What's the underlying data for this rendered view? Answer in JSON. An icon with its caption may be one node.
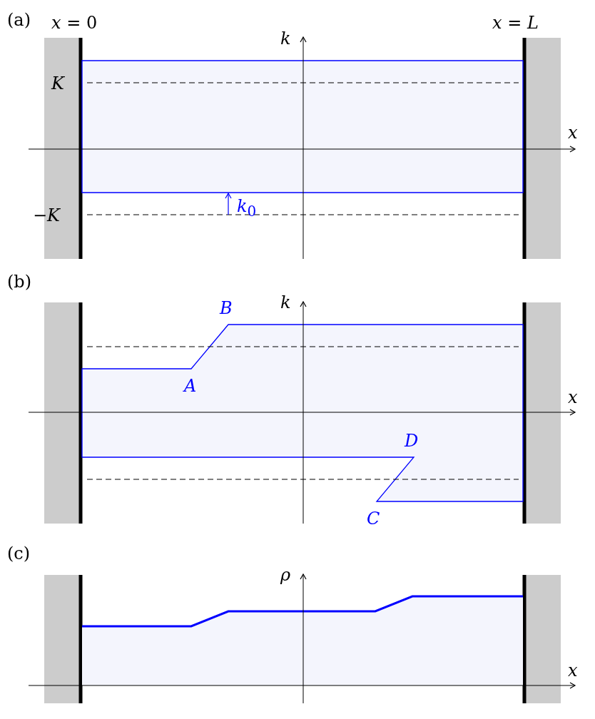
{
  "diagram": {
    "labels": [
      "(a)",
      "*x* = 0",
      "*x* = *L*",
      "k",
      "K",
      "x",
      "*k*$_{0}$",
      "−K",
      "(b)",
      "B",
      "k",
      "A",
      "x",
      "D",
      "C",
      "(c)",
      "ρ",
      "x"
    ]
  }
}
